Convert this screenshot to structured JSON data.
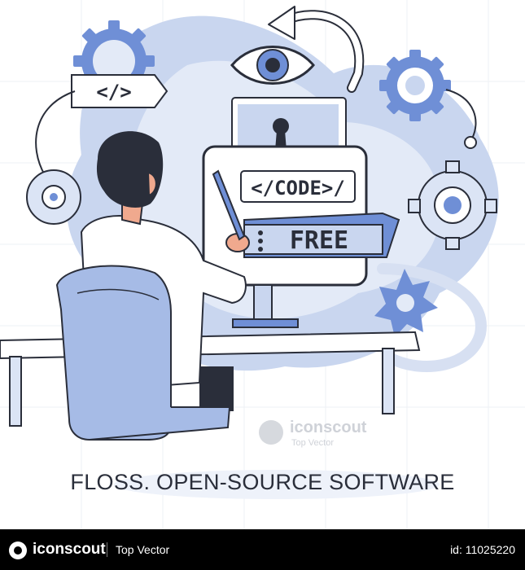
{
  "illustration": {
    "code_tag_small": "</>",
    "code_label": "</CODE>/",
    "free_label": "FREE",
    "caption": "FLOSS. OPEN-SOURCE SOFTWARE"
  },
  "watermark": {
    "brand": "iconscout",
    "tagline": "Top Vector"
  },
  "footer": {
    "brand": "iconscout",
    "tagline": "Top Vector",
    "id_text": "id: 11025220"
  },
  "colors": {
    "primary_blue": "#6f8fd6",
    "light_blue": "#c9d6ef",
    "pale_blue": "#e3eaf7",
    "outline": "#2a2e3a",
    "footer_bg": "#000000"
  }
}
